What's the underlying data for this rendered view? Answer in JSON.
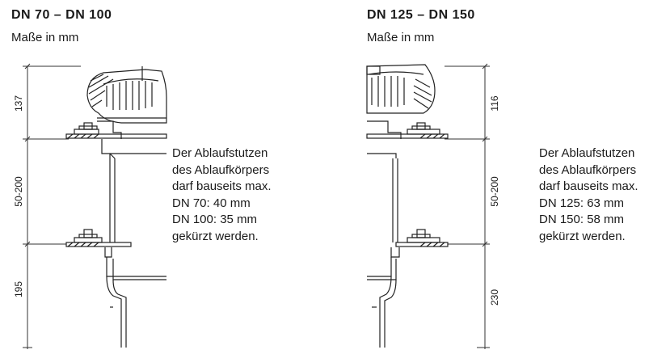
{
  "left": {
    "title": "DN 70 – DN 100",
    "units": "Maße in mm",
    "dimensions": [
      "137",
      "50-200",
      "195"
    ],
    "note": [
      "Der Ablaufstutzen",
      "des Ablaufkörpers",
      "darf bauseits max.",
      "DN 70: 40 mm",
      "DN 100: 35 mm",
      "gekürzt werden."
    ]
  },
  "right": {
    "title": "DN 125 – DN 150",
    "units": "Maße in mm",
    "dimensions": [
      "116",
      "50-200",
      "230"
    ],
    "note": [
      "Der Ablaufstutzen",
      "des Ablaufkörpers",
      "darf bauseits max.",
      "DN 125: 63 mm",
      "DN 150: 58 mm",
      "gekürzt werden."
    ]
  }
}
